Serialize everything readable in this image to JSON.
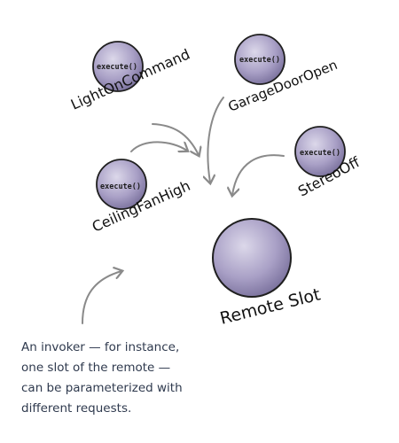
{
  "colors": {
    "ball_light": "#dcd8ea",
    "ball_mid": "#a9a0c6",
    "ball_dark": "#6f6693",
    "outline": "#1f1f1f",
    "arrow": "#8a8a8a",
    "note_text": "#2f3a4e"
  },
  "command_objects": [
    {
      "method_label": "execute()",
      "name": "LightOnCommand"
    },
    {
      "method_label": "execute()",
      "name": "GarageDoorOpen"
    },
    {
      "method_label": "execute()",
      "name": "StereoOff"
    },
    {
      "method_label": "execute()",
      "name": "CeilingFanHigh"
    }
  ],
  "invoker": {
    "name": "Remote Slot"
  },
  "annotation": {
    "lines": [
      "An invoker — for instance,",
      "one slot of the remote —",
      "can be parameterized with",
      "different requests."
    ]
  }
}
